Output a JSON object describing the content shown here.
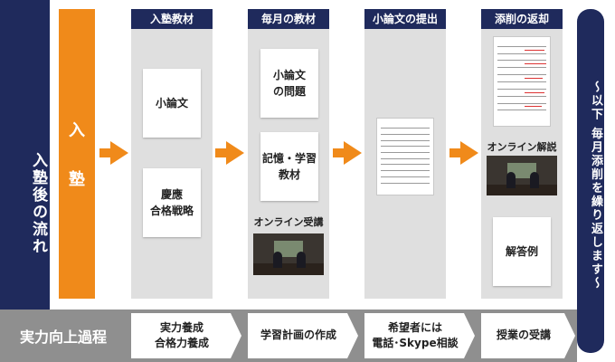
{
  "left_title": "入塾後の流れ",
  "nyujuku": [
    "入",
    "塾"
  ],
  "columns": [
    {
      "header": "入塾教材",
      "cards": [
        "小論文",
        "慶應\n合格戦略"
      ]
    },
    {
      "header": "毎月の教材",
      "cards": [
        "小論文\nの問題",
        "記憶・学習\n教材"
      ],
      "video_label": "オンライン受講"
    },
    {
      "header": "小論文の提出"
    },
    {
      "header": "添削の返却",
      "video_label": "オンライン解説",
      "cards": [
        "解答例"
      ]
    }
  ],
  "right_note": "～以下 毎月添削を繰り返します～",
  "bottom": {
    "title": "実力向上過程",
    "steps": [
      "実力養成\n合格力養成",
      "学習計画の作成",
      "希望者には\n電話･Skype相談",
      "授業の受講"
    ]
  },
  "colors": {
    "navy": "#1f2a5c",
    "orange": "#f08a1a",
    "gray_column": "#dfdfdf",
    "gray_band": "#8f8f8f"
  }
}
